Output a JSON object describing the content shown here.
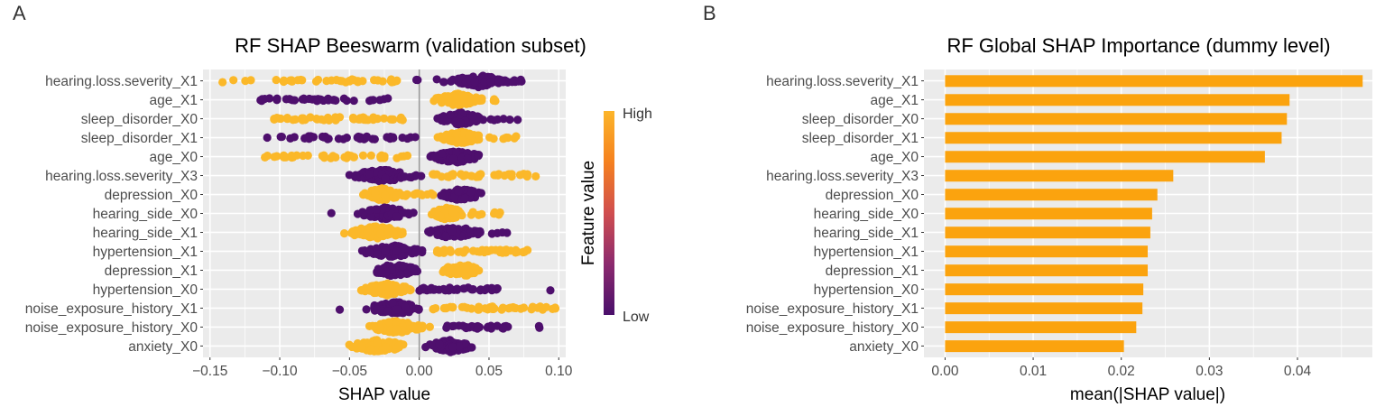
{
  "panel_labels": [
    "A",
    "B"
  ],
  "chart_data": [
    {
      "type": "scatter",
      "subtype": "beeswarm",
      "title": "RF SHAP Beeswarm (validation subset)",
      "xlabel": "SHAP value",
      "ylabel": "",
      "xlim": [
        -0.155,
        0.105
      ],
      "xticks": [
        -0.15,
        -0.1,
        -0.05,
        0.0,
        0.05,
        0.1
      ],
      "xtick_labels": [
        "−0.15",
        "−0.10",
        "−0.05",
        "0.00",
        "0.05",
        "0.10"
      ],
      "grid": true,
      "zero_line": true,
      "legend": {
        "title": "Feature value",
        "high_label": "High",
        "low_label": "Low",
        "placement": "right",
        "colors": [
          "#FCB52A",
          "#F5811F",
          "#D04E4F",
          "#8C2A6E",
          "#4A0F6B"
        ]
      },
      "colors": {
        "High": "#FBB829",
        "Low": "#4E0F6D"
      },
      "features": [
        {
          "name": "hearing.loss.severity_X1",
          "segments": [
            [
              "High",
              -0.141,
              -0.008,
              40,
              0
            ],
            [
              "Low",
              0.02,
              0.065,
              90,
              1
            ],
            [
              "Low",
              -0.005,
              0.085,
              20,
              0
            ]
          ]
        },
        {
          "name": "age_X1",
          "segments": [
            [
              "Low",
              -0.123,
              -0.022,
              35,
              0
            ],
            [
              "High",
              0.005,
              0.05,
              110,
              1
            ],
            [
              "High",
              0.05,
              0.055,
              4,
              0
            ]
          ]
        },
        {
          "name": "sleep_disorder_X0",
          "segments": [
            [
              "High",
              -0.104,
              -0.008,
              45,
              0
            ],
            [
              "Low",
              0.009,
              0.05,
              110,
              1
            ],
            [
              "Low",
              0.05,
              0.071,
              6,
              0
            ]
          ]
        },
        {
          "name": "sleep_disorder_X1",
          "segments": [
            [
              "Low",
              -0.109,
              0.0,
              40,
              0
            ],
            [
              "High",
              0.01,
              0.05,
              110,
              1
            ],
            [
              "High",
              0.05,
              0.07,
              8,
              0
            ]
          ]
        },
        {
          "name": "age_X0",
          "segments": [
            [
              "High",
              -0.113,
              -0.007,
              40,
              0
            ],
            [
              "Low",
              0.002,
              0.05,
              110,
              1
            ]
          ]
        },
        {
          "name": "hearing.loss.severity_X3",
          "segments": [
            [
              "Low",
              -0.057,
              0.004,
              110,
              1
            ],
            [
              "High",
              0.005,
              0.084,
              35,
              0
            ]
          ]
        },
        {
          "name": "depression_X0",
          "segments": [
            [
              "High",
              -0.045,
              -0.008,
              90,
              1
            ],
            [
              "High",
              -0.01,
              0.01,
              10,
              0
            ],
            [
              "Low",
              0.01,
              0.05,
              70,
              1
            ]
          ]
        },
        {
          "name": "hearing_side_X0",
          "segments": [
            [
              "Low",
              -0.048,
              0.0,
              100,
              1
            ],
            [
              "Low",
              -0.063,
              -0.063,
              1,
              0
            ],
            [
              "High",
              0.003,
              0.037,
              80,
              1
            ],
            [
              "High",
              0.037,
              0.058,
              8,
              0
            ]
          ]
        },
        {
          "name": "hearing_side_X1",
          "segments": [
            [
              "High",
              -0.06,
              0.0,
              100,
              1
            ],
            [
              "Low",
              0.0,
              0.05,
              80,
              1
            ],
            [
              "Low",
              0.05,
              0.063,
              4,
              0
            ]
          ]
        },
        {
          "name": "hypertension_X1",
          "segments": [
            [
              "Low",
              -0.047,
              0.008,
              100,
              1
            ],
            [
              "High",
              0.008,
              0.082,
              45,
              0
            ]
          ]
        },
        {
          "name": "depression_X1",
          "segments": [
            [
              "Low",
              -0.04,
              0.005,
              110,
              1
            ],
            [
              "High",
              0.01,
              0.052,
              60,
              1
            ]
          ]
        },
        {
          "name": "hypertension_X0",
          "segments": [
            [
              "High",
              -0.046,
              0.0,
              110,
              1
            ],
            [
              "Low",
              0.0,
              0.058,
              40,
              0
            ],
            [
              "Low",
              0.094,
              0.094,
              1,
              0
            ]
          ]
        },
        {
          "name": "noise_exposure_history_X1",
          "segments": [
            [
              "Low",
              -0.044,
              0.01,
              110,
              1
            ],
            [
              "Low",
              -0.057,
              -0.057,
              1,
              0
            ],
            [
              "High",
              0.01,
              0.098,
              45,
              0
            ]
          ]
        },
        {
          "name": "noise_exposure_history_X0",
          "segments": [
            [
              "High",
              -0.043,
              0.01,
              110,
              1
            ],
            [
              "Low",
              0.018,
              0.064,
              30,
              0
            ],
            [
              "Low",
              0.085,
              0.087,
              2,
              0
            ]
          ]
        },
        {
          "name": "anxiety_X0",
          "segments": [
            [
              "High",
              -0.058,
              0.0,
              110,
              1
            ],
            [
              "Low",
              0.0,
              0.044,
              90,
              1
            ]
          ]
        }
      ]
    },
    {
      "type": "bar",
      "orientation": "horizontal",
      "title": "RF Global SHAP Importance (dummy level)",
      "xlabel": "mean(|SHAP value|)",
      "ylabel": "",
      "xlim": [
        -0.0024,
        0.0485
      ],
      "xticks": [
        0.0,
        0.01,
        0.02,
        0.03,
        0.04
      ],
      "xtick_labels": [
        "0.00",
        "0.01",
        "0.02",
        "0.03",
        "0.04"
      ],
      "grid": true,
      "bar_color": "#FBA30E",
      "categories": [
        "hearing.loss.severity_X1",
        "age_X1",
        "sleep_disorder_X0",
        "sleep_disorder_X1",
        "age_X0",
        "hearing.loss.severity_X3",
        "depression_X0",
        "hearing_side_X0",
        "hearing_side_X1",
        "hypertension_X1",
        "depression_X1",
        "hypertension_X0",
        "noise_exposure_history_X1",
        "noise_exposure_history_X0",
        "anxiety_X0"
      ],
      "values": [
        0.0474,
        0.0391,
        0.0388,
        0.0382,
        0.0363,
        0.0259,
        0.0241,
        0.0235,
        0.0233,
        0.023,
        0.023,
        0.0225,
        0.0224,
        0.0217,
        0.0203
      ]
    }
  ]
}
